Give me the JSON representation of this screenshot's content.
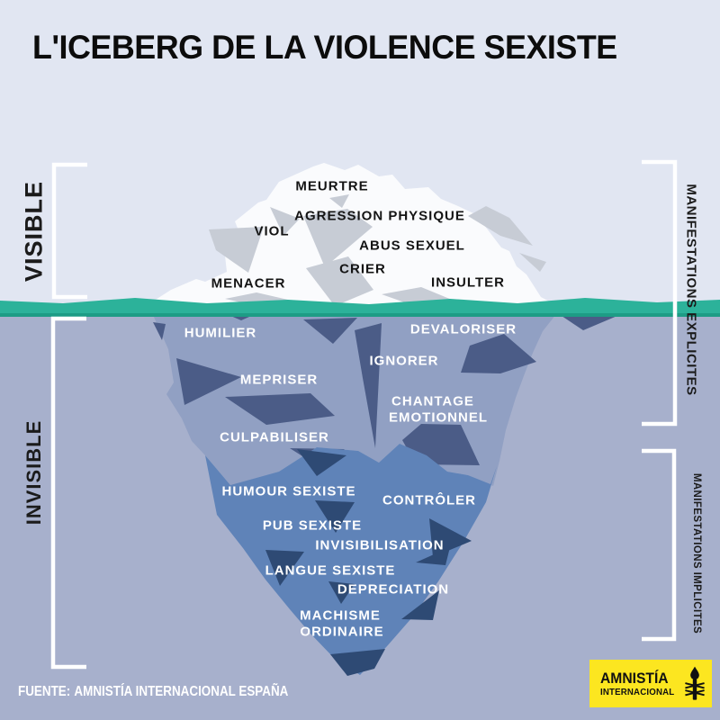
{
  "title": "L'ICEBERG DE LA VIOLENCE SEXISTE",
  "axis": {
    "visible": "VISIBLE",
    "invisible": "INVISIBLE",
    "explicit": "MANIFESTATIONS EXPLICITES",
    "implicit": "MANIFESTATIONS IMPLICITES"
  },
  "iceberg": {
    "visible_terms": [
      "MEURTRE",
      "AGRESSION PHYSIQUE",
      "VIOL",
      "ABUS SEXUEL",
      "CRIER",
      "MENACER",
      "INSULTER"
    ],
    "invisible_upper_terms": [
      "HUMILIER",
      "DEVALORISER",
      "IGNORER",
      "MEPRISER",
      "CHANTAGE",
      "EMOTIONNEL",
      "CULPABILISER"
    ],
    "invisible_lower_terms": [
      "HUMOUR SEXISTE",
      "CONTRÔLER",
      "PUB SEXISTE",
      "INVISIBILISATION",
      "LANGUE SEXISTE",
      "DEPRECIATION",
      "MACHISME",
      "ORDINAIRE"
    ]
  },
  "footer": {
    "source_label": "FUENTE:",
    "source_text": "AMNISTÍA INTERNACIONAL ESPAÑA"
  },
  "logo": {
    "line1": "AMNISTÍA",
    "line2": "INTERNACIONAL"
  },
  "colors": {
    "sky": "#e1e6f2",
    "water_background": "#a7b0cc",
    "waterline_teal": "#2cb29a",
    "waterline_teal_dark": "#1d9c85",
    "iceberg_above": "#fafbfd",
    "iceberg_above_facet": "#c7ccd5",
    "iceberg_upper": "#91a0c3",
    "iceberg_upper_facet": "#4b5c87",
    "iceberg_lower": "#5f83b8",
    "iceberg_lower_facet": "#2e4a74",
    "bracket": "#ffffff",
    "logo_yellow": "#fce620",
    "text_above_water": "#141414",
    "text_below_water": "#ffffff"
  }
}
